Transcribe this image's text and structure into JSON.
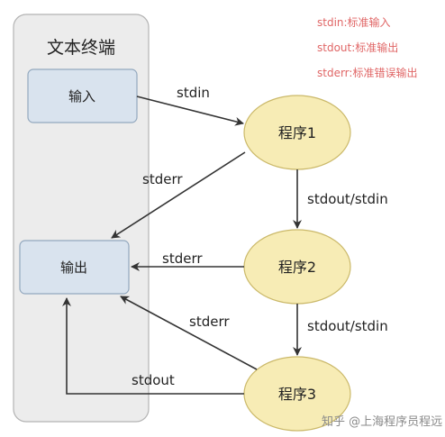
{
  "terminal": {
    "title": "文本终端"
  },
  "nodes": {
    "input": "输入",
    "output": "输出",
    "program1": "程序1",
    "program2": "程序2",
    "program3": "程序3"
  },
  "edges": {
    "input_to_p1": "stdin",
    "p1_stderr": "stderr",
    "p1_to_p2": "stdout/stdin",
    "p2_stderr": "stderr",
    "p2_to_p3": "stdout/stdin",
    "p3_stderr": "stderr",
    "p3_stdout": "stdout"
  },
  "legend": [
    "stdin:标准输入",
    "stdout:标准输出",
    "stderr:标准错误输出"
  ],
  "watermark": "知乎 @上海程序员程远",
  "colors": {
    "terminal_fill": "#ececec",
    "box_fill": "#d9e3ee",
    "program_fill": "#f7ecb5",
    "legend_text": "#e06666"
  }
}
